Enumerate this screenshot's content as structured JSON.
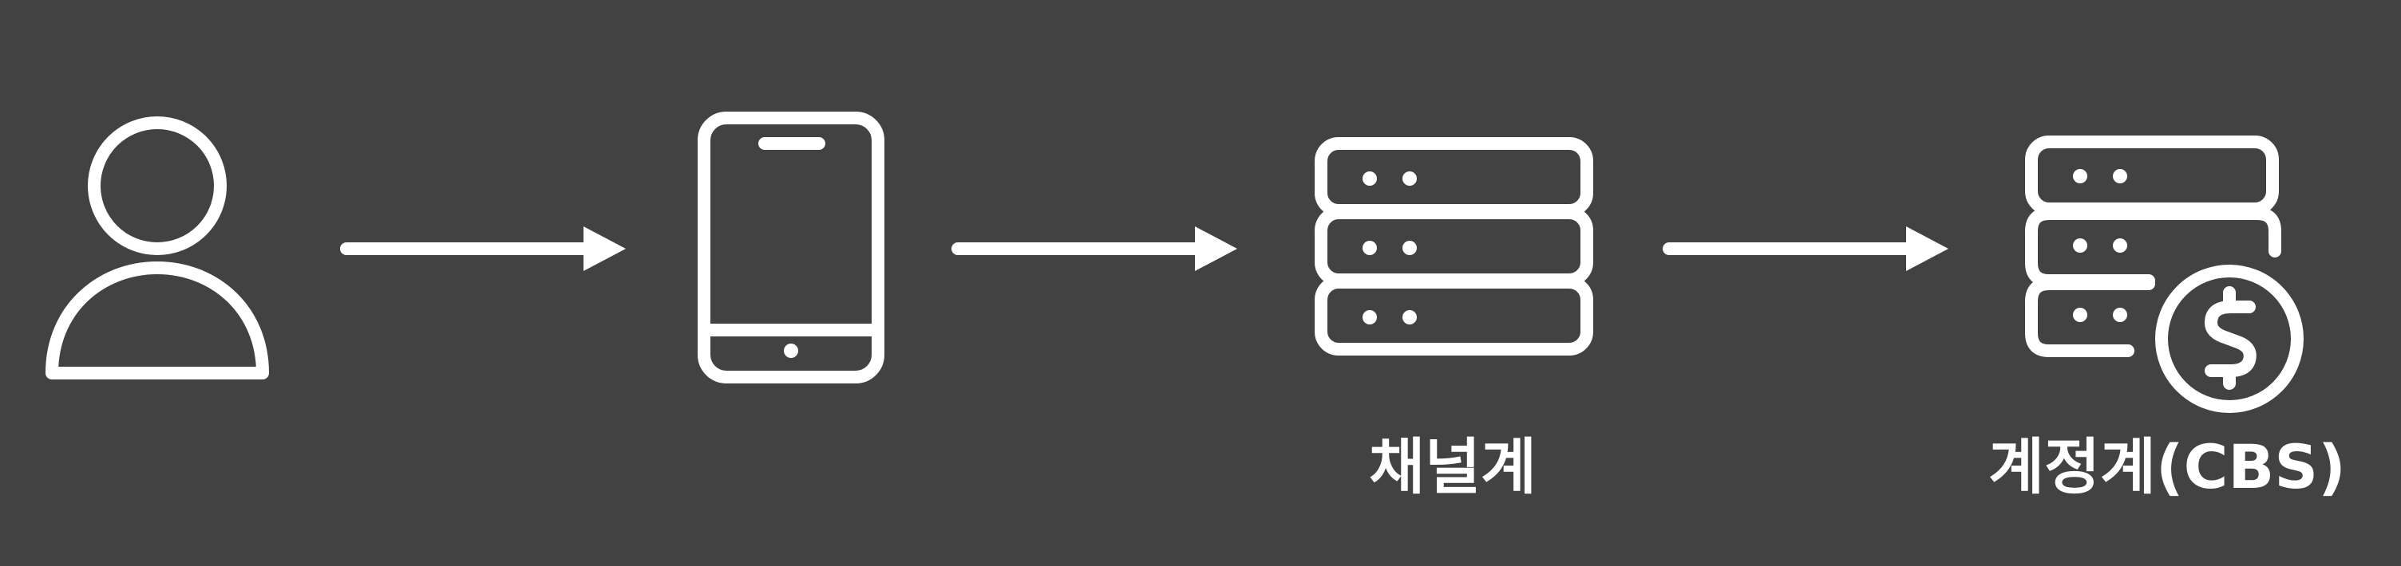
{
  "colors": {
    "background": "#424242",
    "stroke": "#ffffff"
  },
  "nodes": [
    {
      "id": "user",
      "icon": "user-icon",
      "label": ""
    },
    {
      "id": "mobile",
      "icon": "smartphone-icon",
      "label": ""
    },
    {
      "id": "channel",
      "icon": "server-stack-icon",
      "label": "채널계"
    },
    {
      "id": "core",
      "icon": "server-money-icon",
      "label": "계정계(CBS)"
    }
  ],
  "edges": [
    {
      "from": "user",
      "to": "mobile"
    },
    {
      "from": "mobile",
      "to": "channel"
    },
    {
      "from": "channel",
      "to": "core"
    }
  ]
}
